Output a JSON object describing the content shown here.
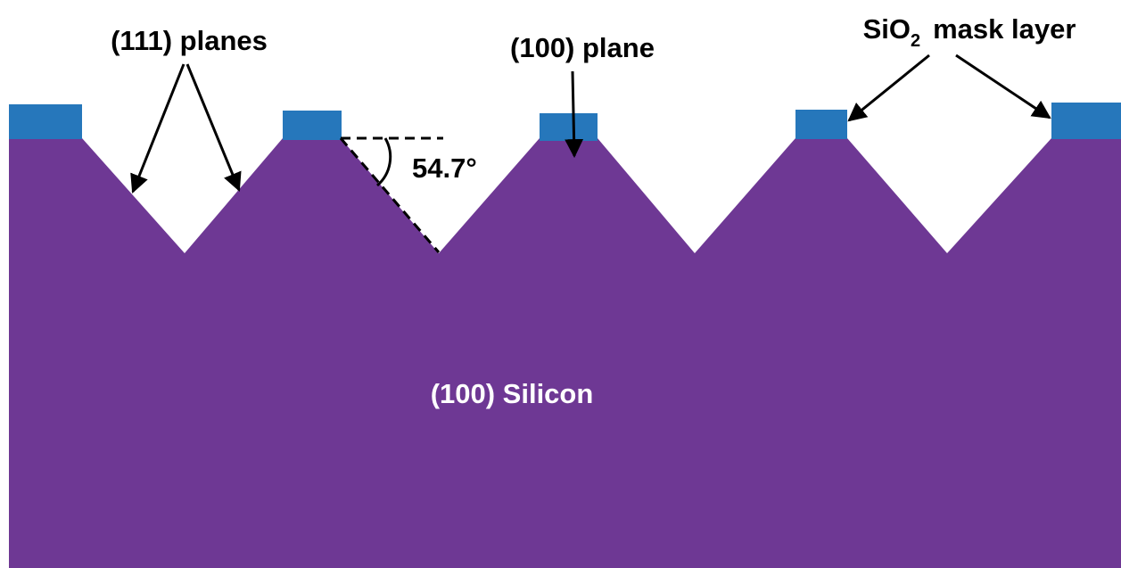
{
  "labels": {
    "planes_111": "(111) planes",
    "plane_100": "(100) plane",
    "mask_prefix": "SiO",
    "mask_subscript": "2",
    "mask_suffix": "mask layer",
    "angle": "54.7°",
    "substrate": "(100) Silicon"
  },
  "colors": {
    "silicon": "#6E3894",
    "oxide_mask": "#2677BB",
    "text_dark": "#000000",
    "text_light": "#ffffff",
    "background": "#ffffff"
  }
}
